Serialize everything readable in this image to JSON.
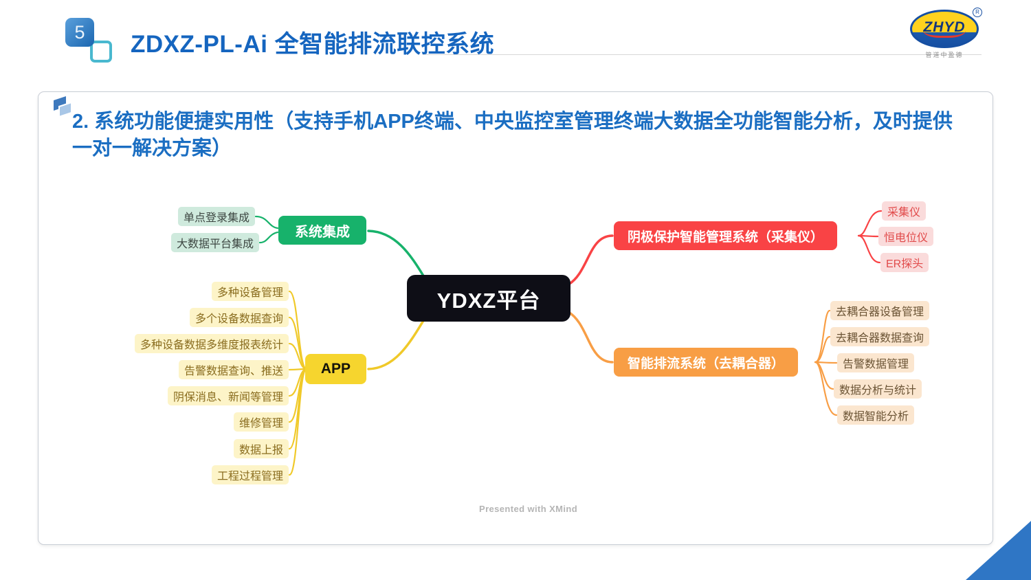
{
  "header": {
    "slide_number": "5",
    "title": "ZDXZ-PL-Ai 全智能排流联控系统"
  },
  "logo": {
    "text": "ZHYD",
    "mark": "R",
    "tagline": "管道中盈德"
  },
  "panel": {
    "heading_bold": "2. 系统功能便捷实用性",
    "heading_rest": "（支持手机APP终端、中央监控室管理终端大数据全功能智能分析，及时提供一对一解决方案）"
  },
  "mindmap": {
    "center": "YDXZ平台",
    "watermark": "Presented with XMind",
    "branches": {
      "system_integration": {
        "label": "系统集成",
        "color": "#17b26b",
        "children": [
          "单点登录集成",
          "大数据平台集成"
        ]
      },
      "app": {
        "label": "APP",
        "color": "#f6d52e",
        "children": [
          "多种设备管理",
          "多个设备数据查询",
          "多种设备数据多维度报表统计",
          "告警数据查询、推送",
          "阴保消息、新闻等管理",
          "维修管理",
          "数据上报",
          "工程过程管理"
        ]
      },
      "cathodic_protection": {
        "label": "阴极保护智能管理系统（采集仪）",
        "color": "#f94345",
        "children": [
          "采集仪",
          "恒电位仪",
          "ER探头"
        ]
      },
      "drainage": {
        "label": "智能排流系统（去耦合器）",
        "color": "#f89e45",
        "children": [
          "去耦合器设备管理",
          "去耦合器数据查询",
          "告警数据管理",
          "数据分析与统计",
          "数据智能分析"
        ]
      }
    }
  },
  "colors": {
    "title_blue": "#1565bf",
    "heading_blue": "#1b6ec2",
    "center_node": "#0e0e16",
    "corner_triangle": "#2f76c5"
  }
}
